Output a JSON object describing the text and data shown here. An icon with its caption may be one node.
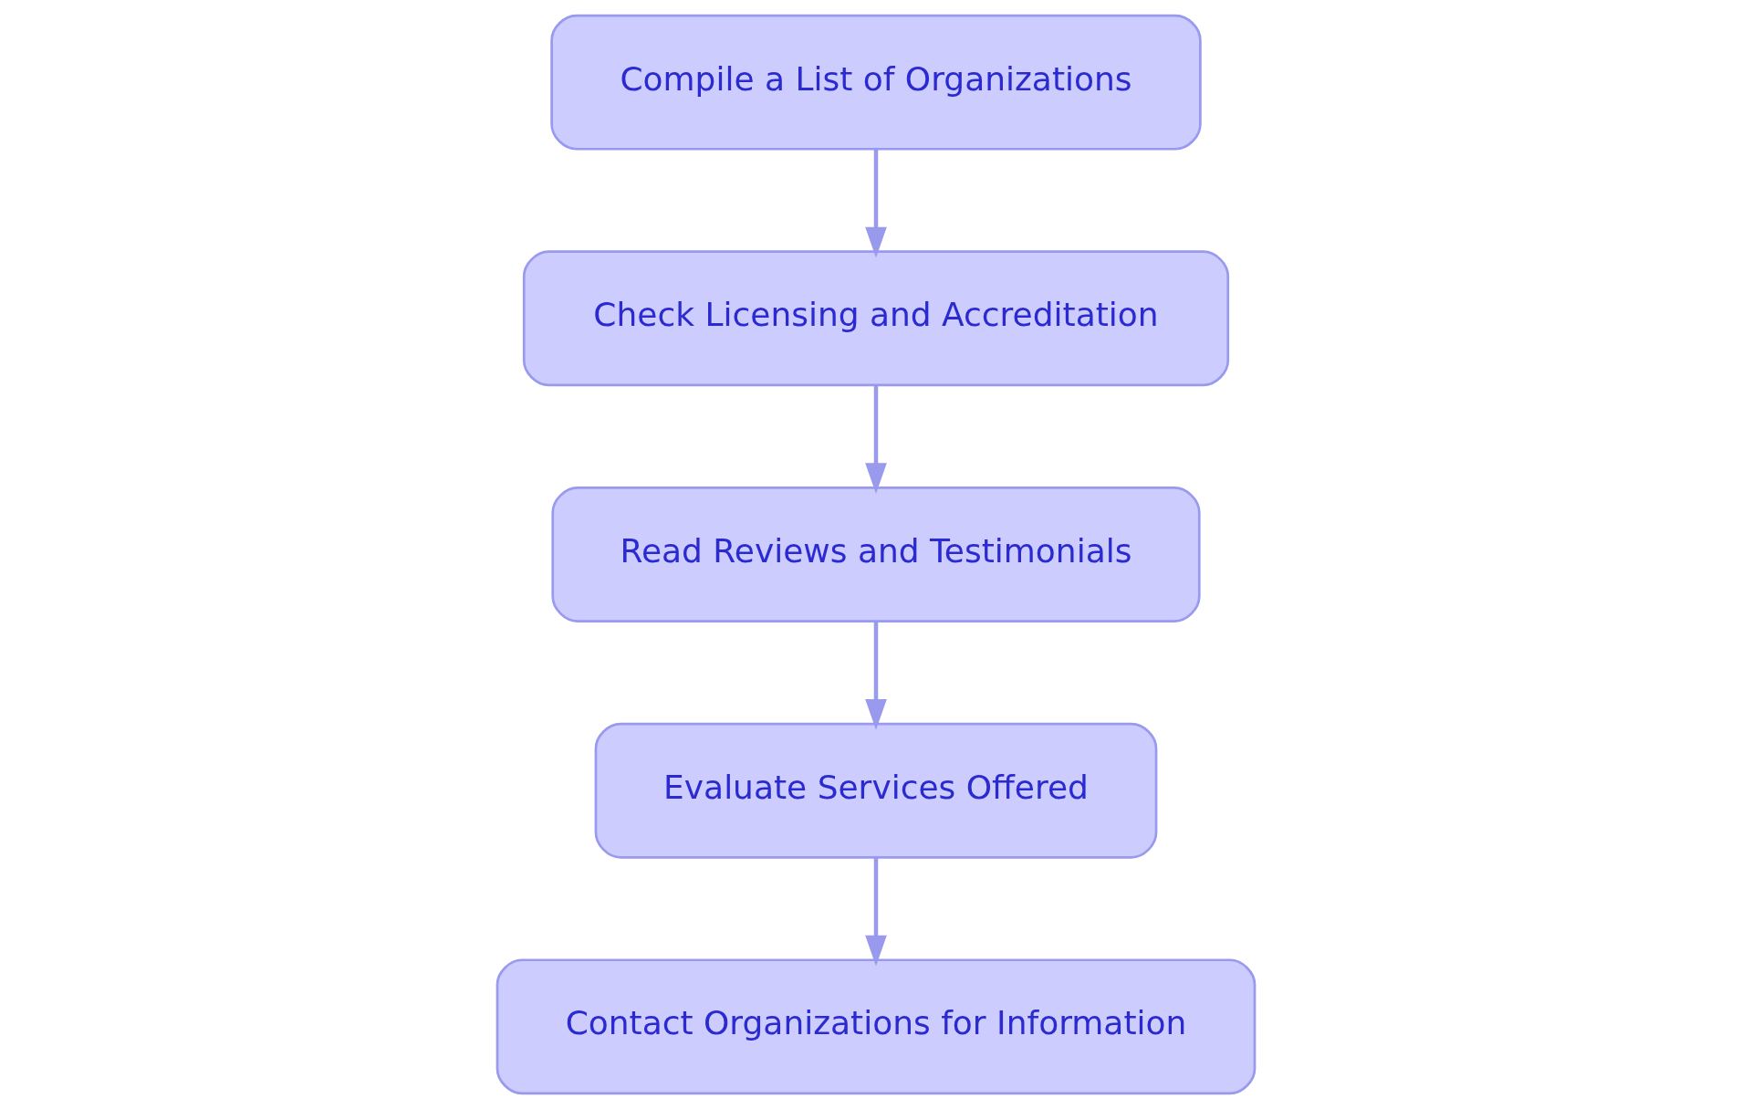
{
  "diagram": {
    "nodes": [
      {
        "text": [
          "Compile a List of Organizations"
        ]
      },
      {
        "text": [
          "Check Licensing and Accreditation"
        ]
      },
      {
        "text": [
          "Read Reviews and Testimonials"
        ]
      },
      {
        "text": [
          "Evaluate Services Offered"
        ]
      },
      {
        "text": [
          "Contact Organizations for Information"
        ]
      }
    ],
    "edges": [
      {
        "from": 0,
        "to": 1,
        "arrow": "to"
      },
      {
        "from": 1,
        "to": 2,
        "arrow": "to"
      },
      {
        "from": 2,
        "to": 3,
        "arrow": "to"
      },
      {
        "from": 3,
        "to": 4,
        "arrow": "to"
      }
    ]
  }
}
